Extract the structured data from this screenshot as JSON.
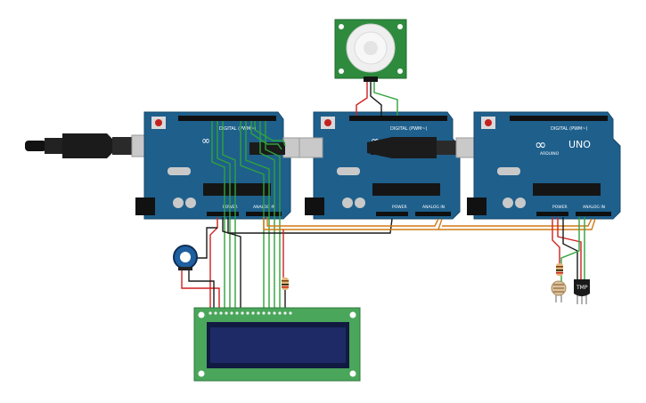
{
  "boards": [
    {
      "id": "arduino-1",
      "header_digital": "DIGITAL (PWM~)",
      "header_power": "POWER",
      "header_analog": "ANALOG IN"
    },
    {
      "id": "arduino-2",
      "header_digital": "DIGITAL (PWM~)",
      "header_power": "POWER",
      "header_analog": "ANALOG IN"
    },
    {
      "id": "arduino-3",
      "header_digital": "DIGITAL (PWM~)",
      "header_power": "POWER",
      "header_analog": "ANALOG IN",
      "model": "UNO",
      "brand": "ARDUINO"
    }
  ],
  "sensor_tmp": {
    "label": "TMP"
  },
  "colors": {
    "board": "#1e5f8c",
    "board_edge": "#17486b",
    "wire_green": "#2fa33a",
    "wire_red": "#d01f1f",
    "wire_black": "#1a1a1a",
    "wire_orange": "#d07a17",
    "lcd_pcb": "#4aa65a",
    "lcd_screen": "#1e2a66",
    "pir_pcb": "#2e8b3e"
  }
}
